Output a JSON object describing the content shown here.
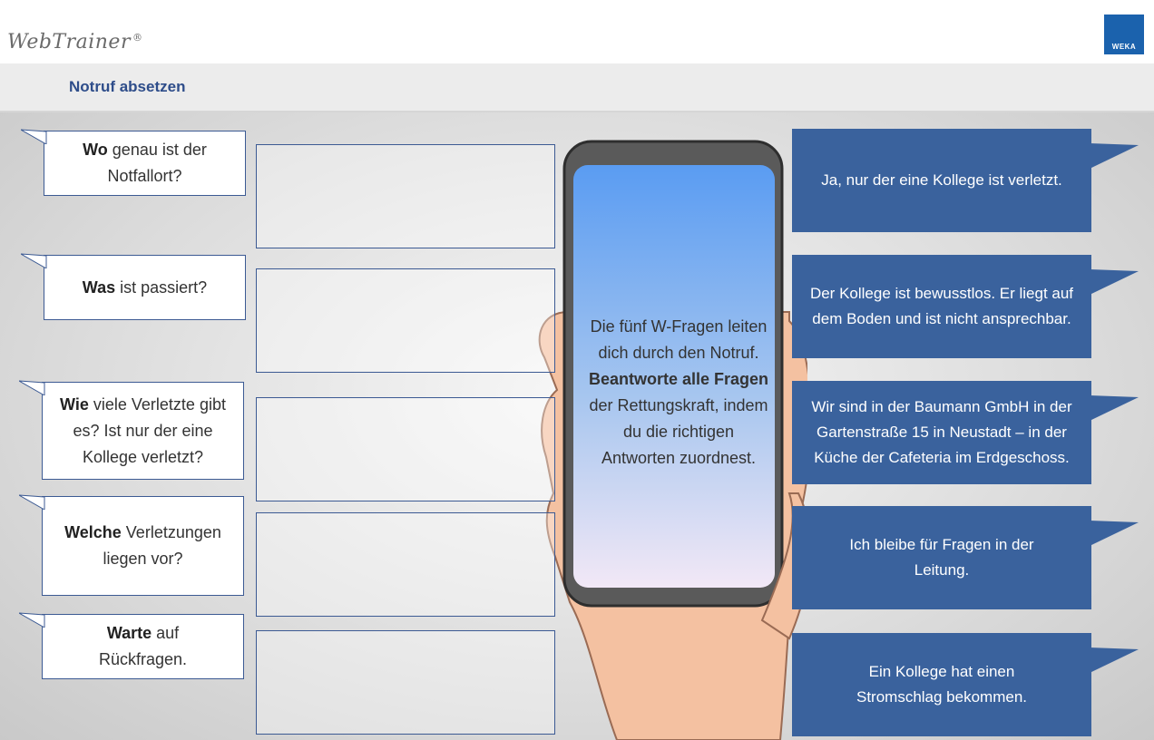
{
  "header": {
    "logo_text": "WebTrainer",
    "logo_reg": "®",
    "brand_logo_text": "WEKA"
  },
  "title": "Notruf absetzen",
  "questions": [
    {
      "bold": "Wo",
      "rest": " genau ist der Notfallort?"
    },
    {
      "bold": "Was",
      "rest": " ist passiert?"
    },
    {
      "bold": "Wie",
      "rest": " viele Verletzte gibt es? Ist nur der eine Kollege verletzt?"
    },
    {
      "bold": "Welche",
      "rest": " Verletzungen liegen vor?"
    },
    {
      "bold": "Warte",
      "rest": " auf Rückfragen."
    }
  ],
  "phone": {
    "text_1": "Die fünf W-Fragen leiten dich durch den Notruf. ",
    "text_bold": "Beantworte alle Fragen",
    "text_2": " der Rettungskraft, indem du die richtigen Antworten zuordnest."
  },
  "answers": [
    "Ja, nur der eine Kollege ist verletzt.",
    "Der Kollege ist bewusstlos. Er liegt auf dem Boden und ist nicht ansprechbar.",
    "Wir sind in der Baumann GmbH in der Gartenstraße 15 in Neustadt – in der Küche der Cafeteria im Erdgeschoss.",
    "Ich bleibe für Fragen in der Leitung.",
    "Ein Kollege hat einen Stromschlag bekommen."
  ],
  "colors": {
    "title": "#2e4d8a",
    "answer_bg": "#3a629d",
    "brand": "#1b62ad"
  }
}
